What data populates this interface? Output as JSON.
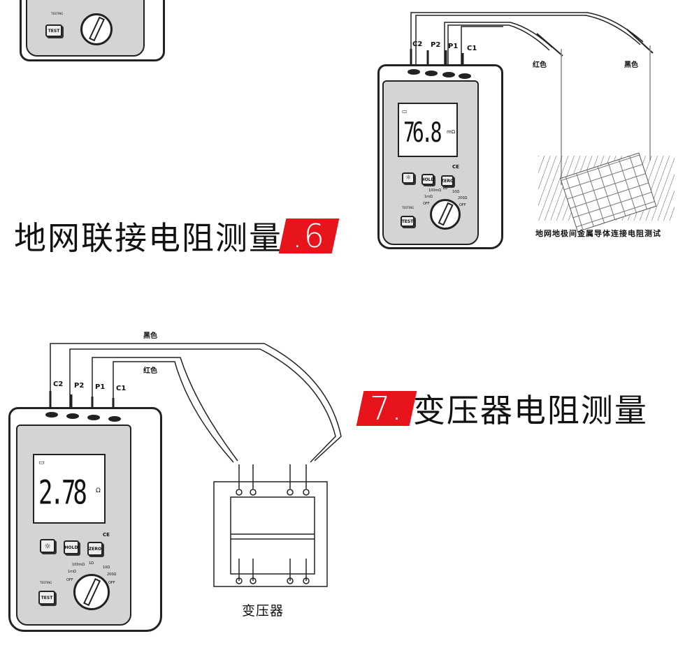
{
  "section6": {
    "title": "地网联接电阻测量",
    "number": ".6",
    "terminals": [
      "C2",
      "P2",
      "P1",
      "C1"
    ],
    "reading": "76.8",
    "unit": "mΩ",
    "red_label": "红色",
    "black_label": "黑色",
    "caption": "地网地极间金属导体连接电阻测试"
  },
  "section7": {
    "number": "7.",
    "title": "变压器电阻测量",
    "terminals": [
      "C2",
      "P2",
      "P1",
      "C1"
    ],
    "reading": "2.78",
    "unit": "Ω",
    "black_label": "黑色",
    "red_label": "红色",
    "caption": "变压器"
  },
  "device": {
    "buttons": [
      "☼",
      "HOLD",
      "ZERO",
      "TEST"
    ],
    "testing_label": "TESTING",
    "ce_mark": "CE",
    "dial_positions": [
      "OFF",
      "1mΩ",
      "100mΩ",
      "1Ω",
      "10Ω",
      "200Ω",
      "OFF"
    ]
  },
  "colors": {
    "accent": "#e8141b"
  }
}
